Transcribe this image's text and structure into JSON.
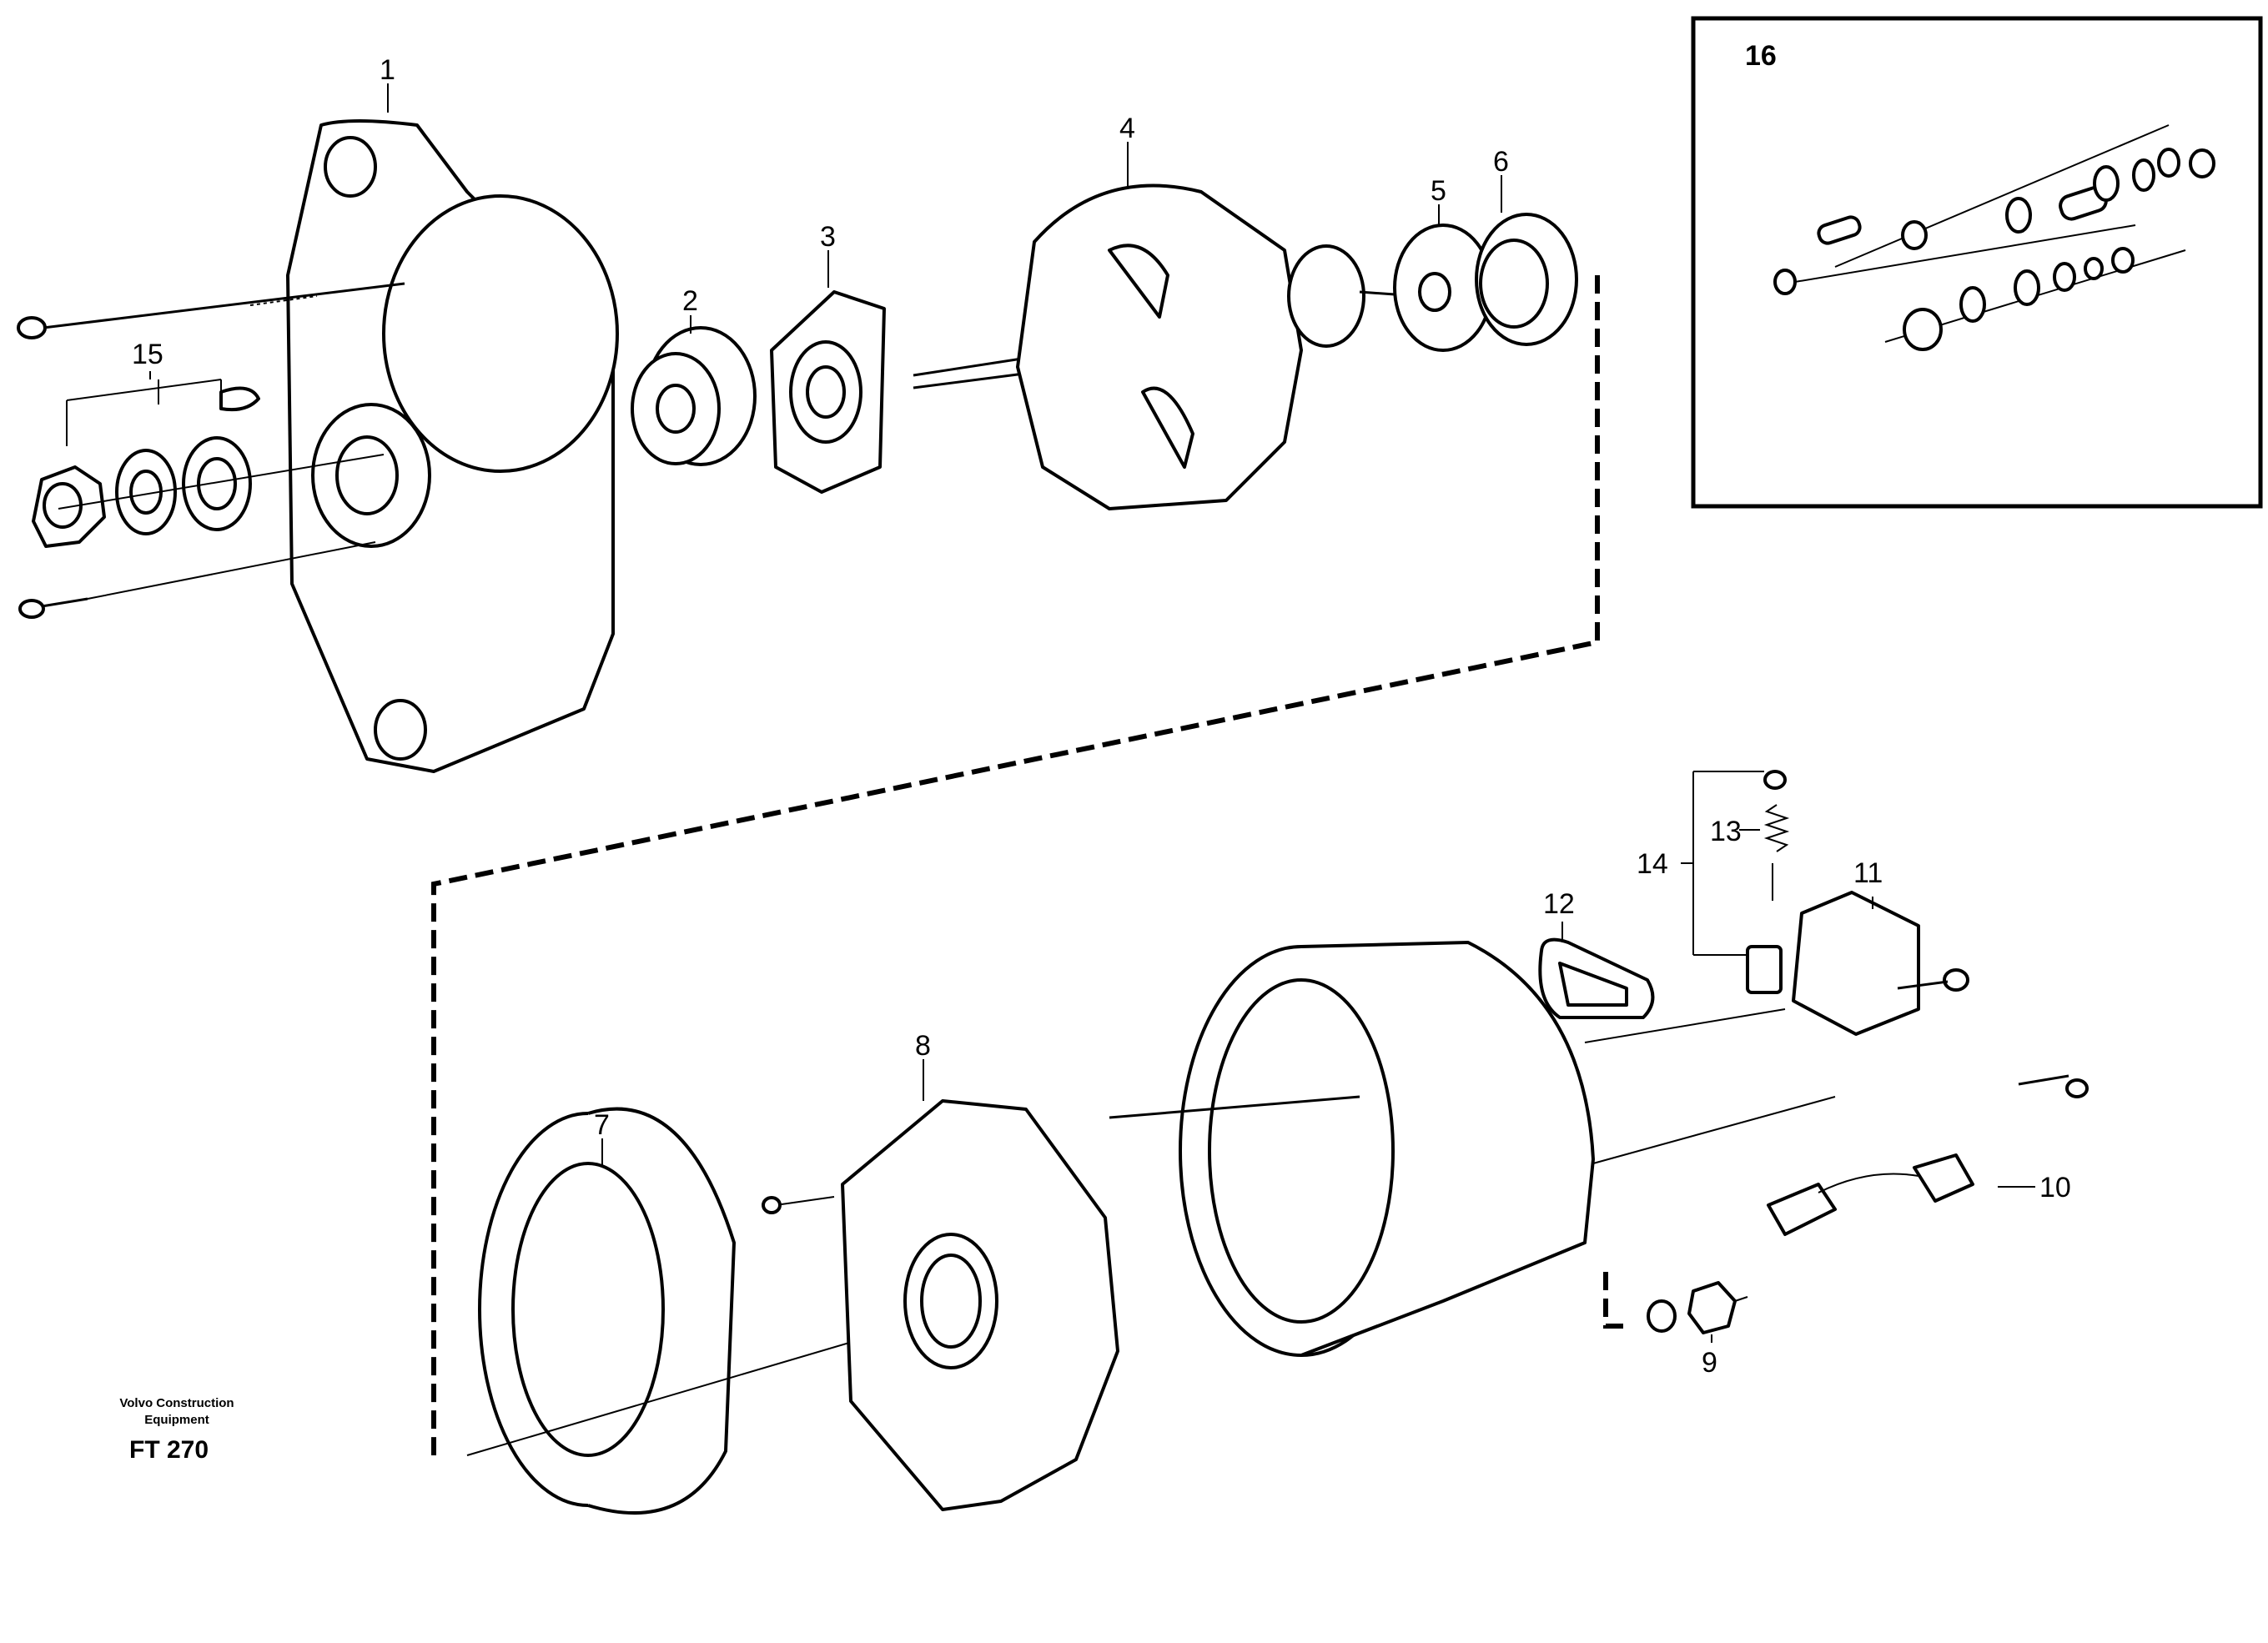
{
  "callouts": {
    "c1": "1",
    "c2": "2",
    "c3": "3",
    "c4": "4",
    "c5": "5",
    "c6": "6",
    "c7": "7",
    "c8": "8",
    "c9": "9",
    "c10": "10",
    "c11": "11",
    "c12": "12",
    "c13": "13",
    "c14": "14",
    "c15": "15",
    "c16": "16"
  },
  "footer": {
    "brand_line1": "Volvo Construction",
    "brand_line2": "Equipment",
    "figure_code": "FT 270"
  }
}
